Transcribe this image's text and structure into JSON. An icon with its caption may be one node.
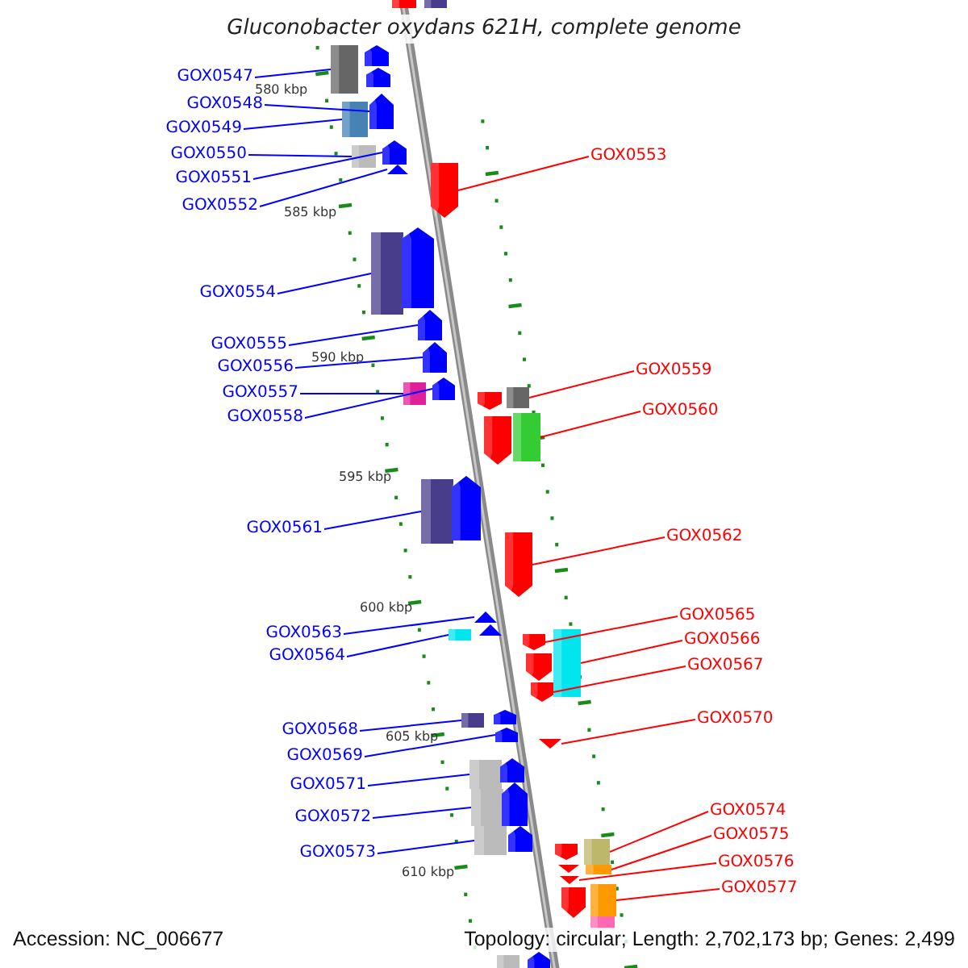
{
  "diagram": {
    "title": "Gluconobacter oxydans 621H, complete genome",
    "nodes": [
      {
        "text": [
          "GOX0547"
        ]
      },
      {
        "text": [],
        "shape": "box"
      },
      {
        "text": [
          "GOX0548"
        ]
      },
      {
        "text": [],
        "shape": "arrow"
      },
      {
        "text": [
          "GOX0549"
        ]
      },
      {
        "text": [],
        "shape": "box"
      },
      {
        "text": [
          "GOX0550"
        ]
      },
      {
        "text": [],
        "shape": "box"
      },
      {
        "text": [
          "GOX0551"
        ]
      },
      {
        "text": [],
        "shape": "arrow"
      },
      {
        "text": [
          "GOX0552"
        ]
      },
      {
        "text": [],
        "shape": "triangle"
      },
      {
        "text": [
          "GOX0553"
        ]
      },
      {
        "text": [],
        "shape": "arrow"
      },
      {
        "text": [
          "GOX0554"
        ]
      },
      {
        "text": [],
        "shape": "box"
      },
      {
        "text": [
          "GOX0555"
        ]
      },
      {
        "text": [],
        "shape": "arrow"
      },
      {
        "text": [
          "GOX0556"
        ]
      },
      {
        "text": [],
        "shape": "arrow"
      },
      {
        "text": [
          "GOX0557"
        ]
      },
      {
        "text": [],
        "shape": "box"
      },
      {
        "text": [
          "GOX0558"
        ]
      },
      {
        "text": [],
        "shape": "arrow"
      },
      {
        "text": [
          "GOX0559"
        ]
      },
      {
        "text": [],
        "shape": "box"
      },
      {
        "text": [
          "GOX0560"
        ]
      },
      {
        "text": [],
        "shape": "box"
      },
      {
        "text": [
          "GOX0561"
        ]
      },
      {
        "text": [],
        "shape": "box"
      },
      {
        "text": [
          "GOX0562"
        ]
      },
      {
        "text": [],
        "shape": "arrow"
      },
      {
        "text": [
          "GOX0563"
        ]
      },
      {
        "text": [],
        "shape": "triangle"
      },
      {
        "text": [
          "GOX0564"
        ]
      },
      {
        "text": [],
        "shape": "box"
      },
      {
        "text": [
          "GOX0565"
        ]
      },
      {
        "text": [],
        "shape": "arrow"
      },
      {
        "text": [
          "GOX0566"
        ]
      },
      {
        "text": [],
        "shape": "box"
      },
      {
        "text": [
          "GOX0567"
        ]
      },
      {
        "text": [],
        "shape": "arrow"
      },
      {
        "text": [
          "GOX0568"
        ]
      },
      {
        "text": [],
        "shape": "box"
      },
      {
        "text": [
          "GOX0569"
        ]
      },
      {
        "text": [],
        "shape": "arrow"
      },
      {
        "text": [
          "GOX0570"
        ]
      },
      {
        "text": [],
        "shape": "triangle"
      },
      {
        "text": [
          "GOX0571"
        ]
      },
      {
        "text": [],
        "shape": "box"
      },
      {
        "text": [
          "GOX0572"
        ]
      },
      {
        "text": [],
        "shape": "box"
      },
      {
        "text": [
          "GOX0573"
        ]
      },
      {
        "text": [],
        "shape": "box"
      },
      {
        "text": [
          "GOX0574"
        ]
      },
      {
        "text": [],
        "shape": "box"
      },
      {
        "text": [
          "GOX0575"
        ]
      },
      {
        "text": [],
        "shape": "box"
      },
      {
        "text": [
          "GOX0576"
        ]
      },
      {
        "text": [],
        "shape": "triangle"
      },
      {
        "text": [
          "GOX0577"
        ]
      },
      {
        "text": [],
        "shape": "box"
      },
      {
        "text": [],
        "shape": "box"
      },
      {
        "text": [],
        "shape": "box"
      },
      {
        "text": [],
        "shape": "arrow"
      },
      {
        "text": [],
        "shape": "arrow"
      },
      {
        "text": [],
        "shape": "arrow"
      },
      {
        "text": [],
        "shape": "arrow"
      },
      {
        "text": [],
        "shape": "arrow"
      },
      {
        "text": [],
        "shape": "arrow"
      },
      {
        "text": [],
        "shape": "triangle"
      },
      {
        "text": [],
        "shape": "arrow"
      },
      {
        "text": [],
        "shape": "arrow"
      },
      {
        "text": [],
        "shape": "arrow"
      },
      {
        "text": [],
        "shape": "arrow"
      },
      {
        "text": [],
        "shape": "arrow"
      },
      {
        "text": [],
        "shape": "arrow"
      },
      {
        "text": [],
        "shape": "triangle"
      },
      {
        "text": [],
        "shape": "arrow"
      },
      {
        "text": [],
        "shape": "box"
      },
      {
        "text": [],
        "shape": "box"
      },
      {
        "text": [],
        "shape": "arrow"
      }
    ],
    "edges": [
      {
        "from": 0,
        "to": 1,
        "arrow": "none"
      },
      {
        "from": 2,
        "to": 3,
        "arrow": "none"
      },
      {
        "from": 4,
        "to": 5,
        "arrow": "none"
      },
      {
        "from": 6,
        "to": 7,
        "arrow": "none"
      },
      {
        "from": 8,
        "to": 9,
        "arrow": "none"
      },
      {
        "from": 10,
        "to": 11,
        "arrow": "none"
      },
      {
        "from": 12,
        "to": 13,
        "arrow": "none",
        "color": "#ff0000"
      },
      {
        "from": 14,
        "to": 15,
        "arrow": "none"
      },
      {
        "from": 16,
        "to": 17,
        "arrow": "none"
      },
      {
        "from": 18,
        "to": 19,
        "arrow": "none"
      },
      {
        "from": 20,
        "to": 21,
        "arrow": "none"
      },
      {
        "from": 22,
        "to": 23,
        "arrow": "none"
      },
      {
        "from": 24,
        "to": 25,
        "arrow": "none",
        "color": "#ff0000"
      },
      {
        "from": 26,
        "to": 27,
        "arrow": "none",
        "color": "#ff0000"
      },
      {
        "from": 28,
        "to": 29,
        "arrow": "none"
      },
      {
        "from": 30,
        "to": 31,
        "arrow": "none",
        "color": "#ff0000"
      },
      {
        "from": 32,
        "to": 33,
        "arrow": "none"
      },
      {
        "from": 34,
        "to": 35,
        "arrow": "none"
      },
      {
        "from": 36,
        "to": 37,
        "arrow": "none",
        "color": "#ff0000"
      },
      {
        "from": 38,
        "to": 39,
        "arrow": "none",
        "color": "#ff0000"
      },
      {
        "from": 40,
        "to": 41,
        "arrow": "none",
        "color": "#ff0000"
      },
      {
        "from": 42,
        "to": 43,
        "arrow": "none"
      },
      {
        "from": 44,
        "to": 45,
        "arrow": "none"
      },
      {
        "from": 46,
        "to": 47,
        "arrow": "none",
        "color": "#ff0000"
      },
      {
        "from": 48,
        "to": 49,
        "arrow": "none"
      },
      {
        "from": 50,
        "to": 51,
        "arrow": "none"
      },
      {
        "from": 52,
        "to": 53,
        "arrow": "none"
      },
      {
        "from": 54,
        "to": 55,
        "arrow": "none",
        "color": "#ff0000"
      },
      {
        "from": 56,
        "to": 57,
        "arrow": "none",
        "color": "#ff0000"
      },
      {
        "from": 58,
        "to": 59,
        "arrow": "none",
        "color": "#ff0000"
      },
      {
        "from": 60,
        "to": 61,
        "arrow": "none",
        "color": "#ff0000"
      }
    ],
    "labels": [
      "580 kbp",
      "585 kbp",
      "590 kbp",
      "595 kbp",
      "600 kbp",
      "605 kbp",
      "610 kbp",
      "Accession: NC_006677",
      "Topology: circular; Length: 2,702,173 bp; Genes: 2,499"
    ]
  }
}
